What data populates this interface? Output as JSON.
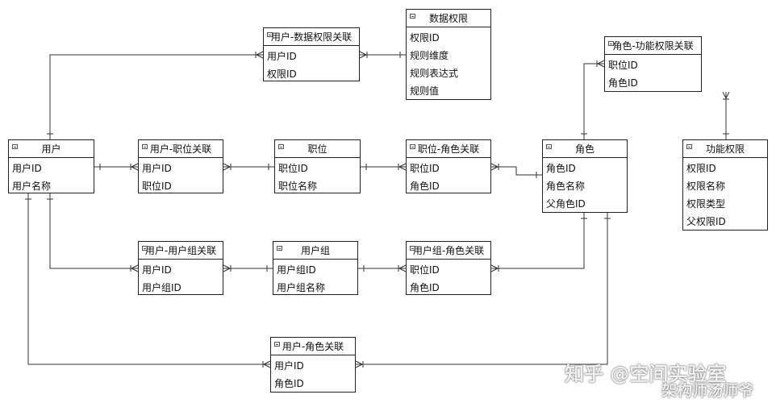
{
  "entities": {
    "user": {
      "title": "用户",
      "fields": [
        "用户ID",
        "用户名称"
      ]
    },
    "user_data_perm_link": {
      "title": "用户-数据权限关联",
      "fields": [
        "用户ID",
        "权限ID"
      ]
    },
    "data_perm": {
      "title": "数据权限",
      "fields": [
        "权限ID",
        "规则维度",
        "规则表达式",
        "规则值"
      ]
    },
    "user_position_link": {
      "title": "用户-职位关联",
      "fields": [
        "用户ID",
        "职位ID"
      ]
    },
    "position": {
      "title": "职位",
      "fields": [
        "职位ID",
        "职位名称"
      ]
    },
    "position_role_link": {
      "title": "职位-角色关联",
      "fields": [
        "职位ID",
        "角色ID"
      ]
    },
    "role": {
      "title": "角色",
      "fields": [
        "角色ID",
        "角色名称",
        "父角色ID"
      ]
    },
    "role_func_perm_link": {
      "title": "角色-功能权限关联",
      "fields": [
        "职位ID",
        "角色ID"
      ]
    },
    "func_perm": {
      "title": "功能权限",
      "fields": [
        "权限ID",
        "权限名称",
        "权限类型",
        "父权限ID"
      ]
    },
    "user_usergroup_link": {
      "title": "用户-用户组关联",
      "fields": [
        "用户ID",
        "用户组ID"
      ]
    },
    "usergroup": {
      "title": "用户组",
      "fields": [
        "用户组ID",
        "用户组名称"
      ]
    },
    "usergroup_role_link": {
      "title": "用户组-角色关联",
      "fields": [
        "职位ID",
        "角色ID"
      ]
    },
    "user_role_link": {
      "title": "用户-角色关联",
      "fields": [
        "用户ID",
        "角色ID"
      ]
    }
  },
  "watermark": {
    "line1": "知乎 @空间实验室",
    "line2": "架构师汤师爷"
  }
}
